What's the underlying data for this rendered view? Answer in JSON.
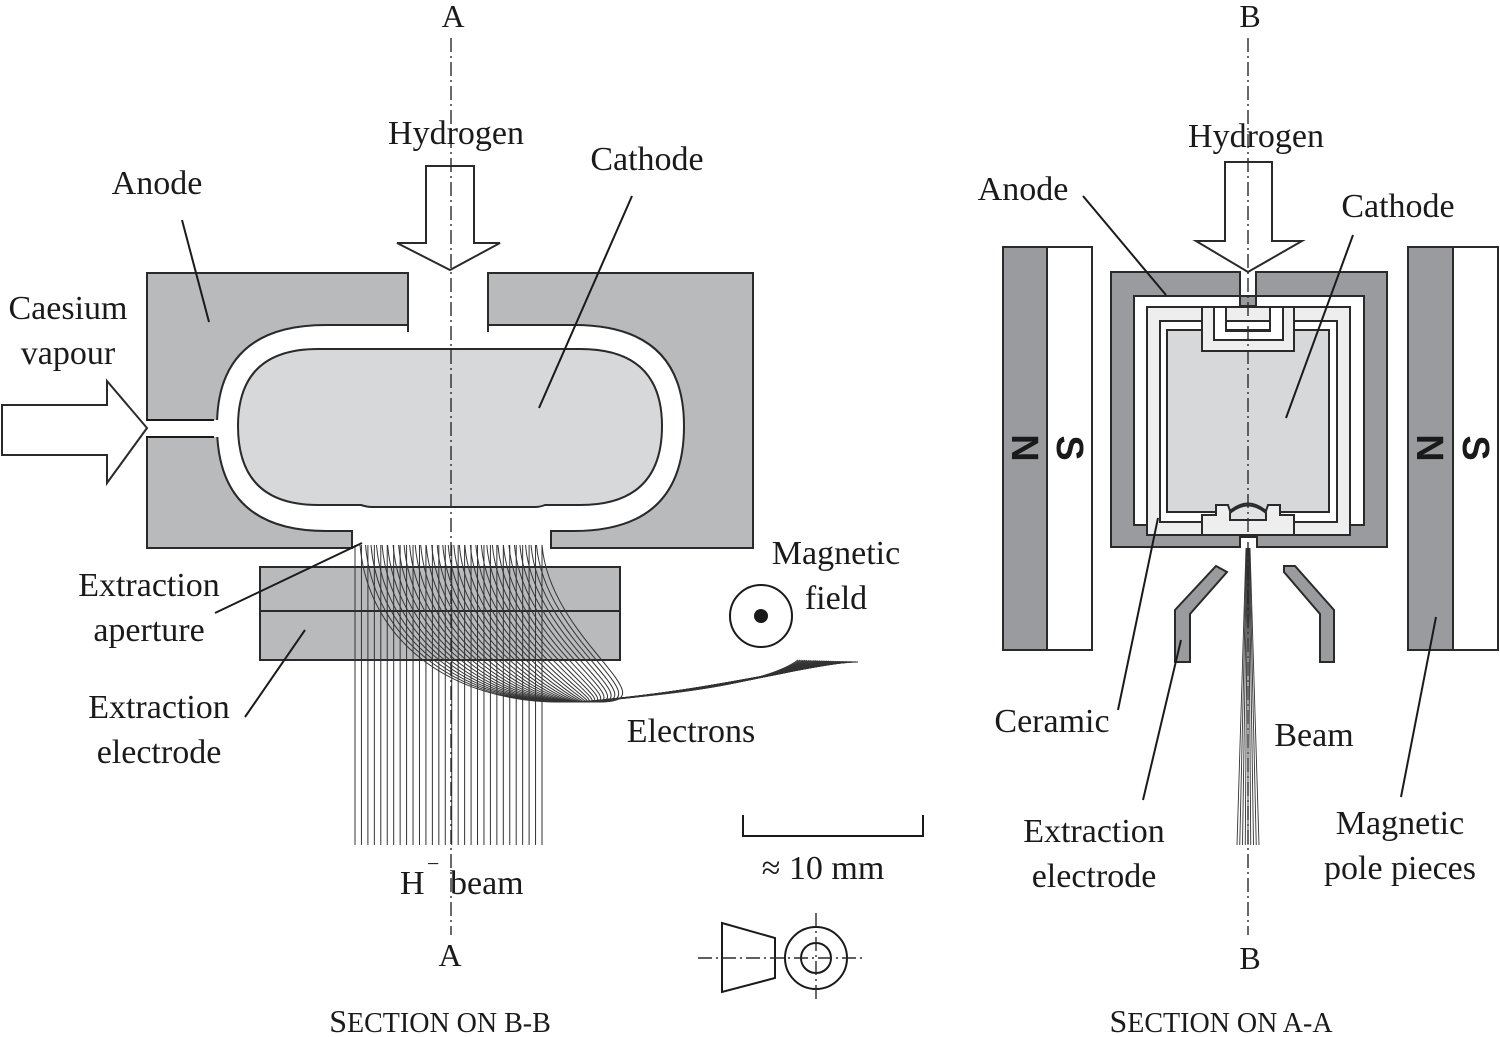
{
  "left_section": {
    "top_marker": "A",
    "bottom_marker": "A",
    "title_prefix": "S",
    "title_rest": "ECTION ON B-B",
    "labels": {
      "hydrogen": "Hydrogen",
      "cathode": "Cathode",
      "anode": "Anode",
      "caesium_line1": "Caesium",
      "caesium_line2": "vapour",
      "magnetic_line1": "Magnetic",
      "magnetic_line2": "field",
      "aperture_line1": "Extraction",
      "aperture_line2": "aperture",
      "electrode_line1": "Extraction",
      "electrode_line2": "electrode",
      "electrons": "Electrons",
      "beam_h": "H",
      "beam_superscript": "−",
      "beam_word": "beam"
    }
  },
  "scale_bar": {
    "label": "≈ 10 mm"
  },
  "right_section": {
    "top_marker": "B",
    "bottom_marker": "B",
    "title_prefix": "S",
    "title_rest": "ECTION ON A-A",
    "labels": {
      "hydrogen": "Hydrogen",
      "anode": "Anode",
      "cathode": "Cathode",
      "ceramic": "Ceramic",
      "beam": "Beam",
      "electrode_line1": "Extraction",
      "electrode_line2": "electrode",
      "pole_line1": "Magnetic",
      "pole_line2": "pole pieces"
    },
    "magnets": [
      {
        "north": "N",
        "south": "S"
      },
      {
        "north": "N",
        "south": "S"
      }
    ]
  }
}
